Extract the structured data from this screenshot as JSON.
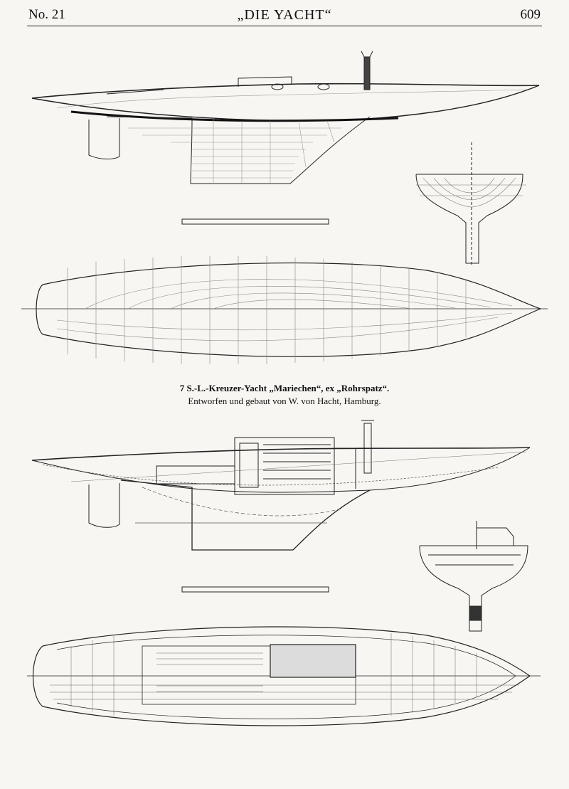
{
  "header": {
    "issue": "No. 21",
    "title": "„DIE YACHT“",
    "page": "609"
  },
  "caption": {
    "title": "7 S.-L.-Kreuzer-Yacht „Mariechen“, ex „Rohrspatz“.",
    "subtitle": "Entworfen und gebaut von W. von Hacht, Hamburg."
  }
}
